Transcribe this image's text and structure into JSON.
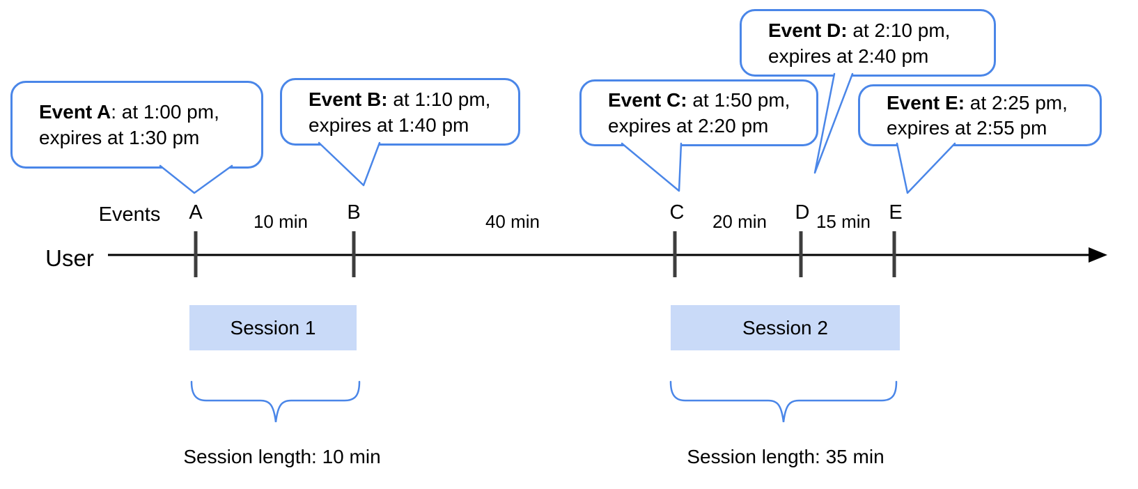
{
  "colors": {
    "accent": "#4a86e8",
    "session_fill": "#c9daf8",
    "tick": "#3d3d3d",
    "line": "#000000",
    "text": "#000000"
  },
  "timeline": {
    "events_label": "Events",
    "user_label": "User"
  },
  "events": [
    {
      "letter": "A",
      "bold": "Event A",
      "detail": ": at 1:00 pm,",
      "detail2": "expires at 1:30 pm"
    },
    {
      "letter": "B",
      "bold": "Event B:",
      "detail": " at 1:10 pm,",
      "detail2": "expires at 1:40 pm"
    },
    {
      "letter": "C",
      "bold": "Event C:",
      "detail": " at 1:50 pm,",
      "detail2": "expires at 2:20 pm"
    },
    {
      "letter": "D",
      "bold": "Event D:",
      "detail": " at 2:10 pm,",
      "detail2": "expires at 2:40 pm"
    },
    {
      "letter": "E",
      "bold": "Event E:",
      "detail": " at 2:25 pm,",
      "detail2": "expires at 2:55 pm"
    }
  ],
  "gaps": [
    {
      "label": "10 min"
    },
    {
      "label": "40 min"
    },
    {
      "label": "20 min"
    },
    {
      "label": "15 min"
    }
  ],
  "sessions": [
    {
      "label": "Session 1",
      "length": "Session length: 10 min"
    },
    {
      "label": "Session 2",
      "length": "Session length: 35 min"
    }
  ]
}
